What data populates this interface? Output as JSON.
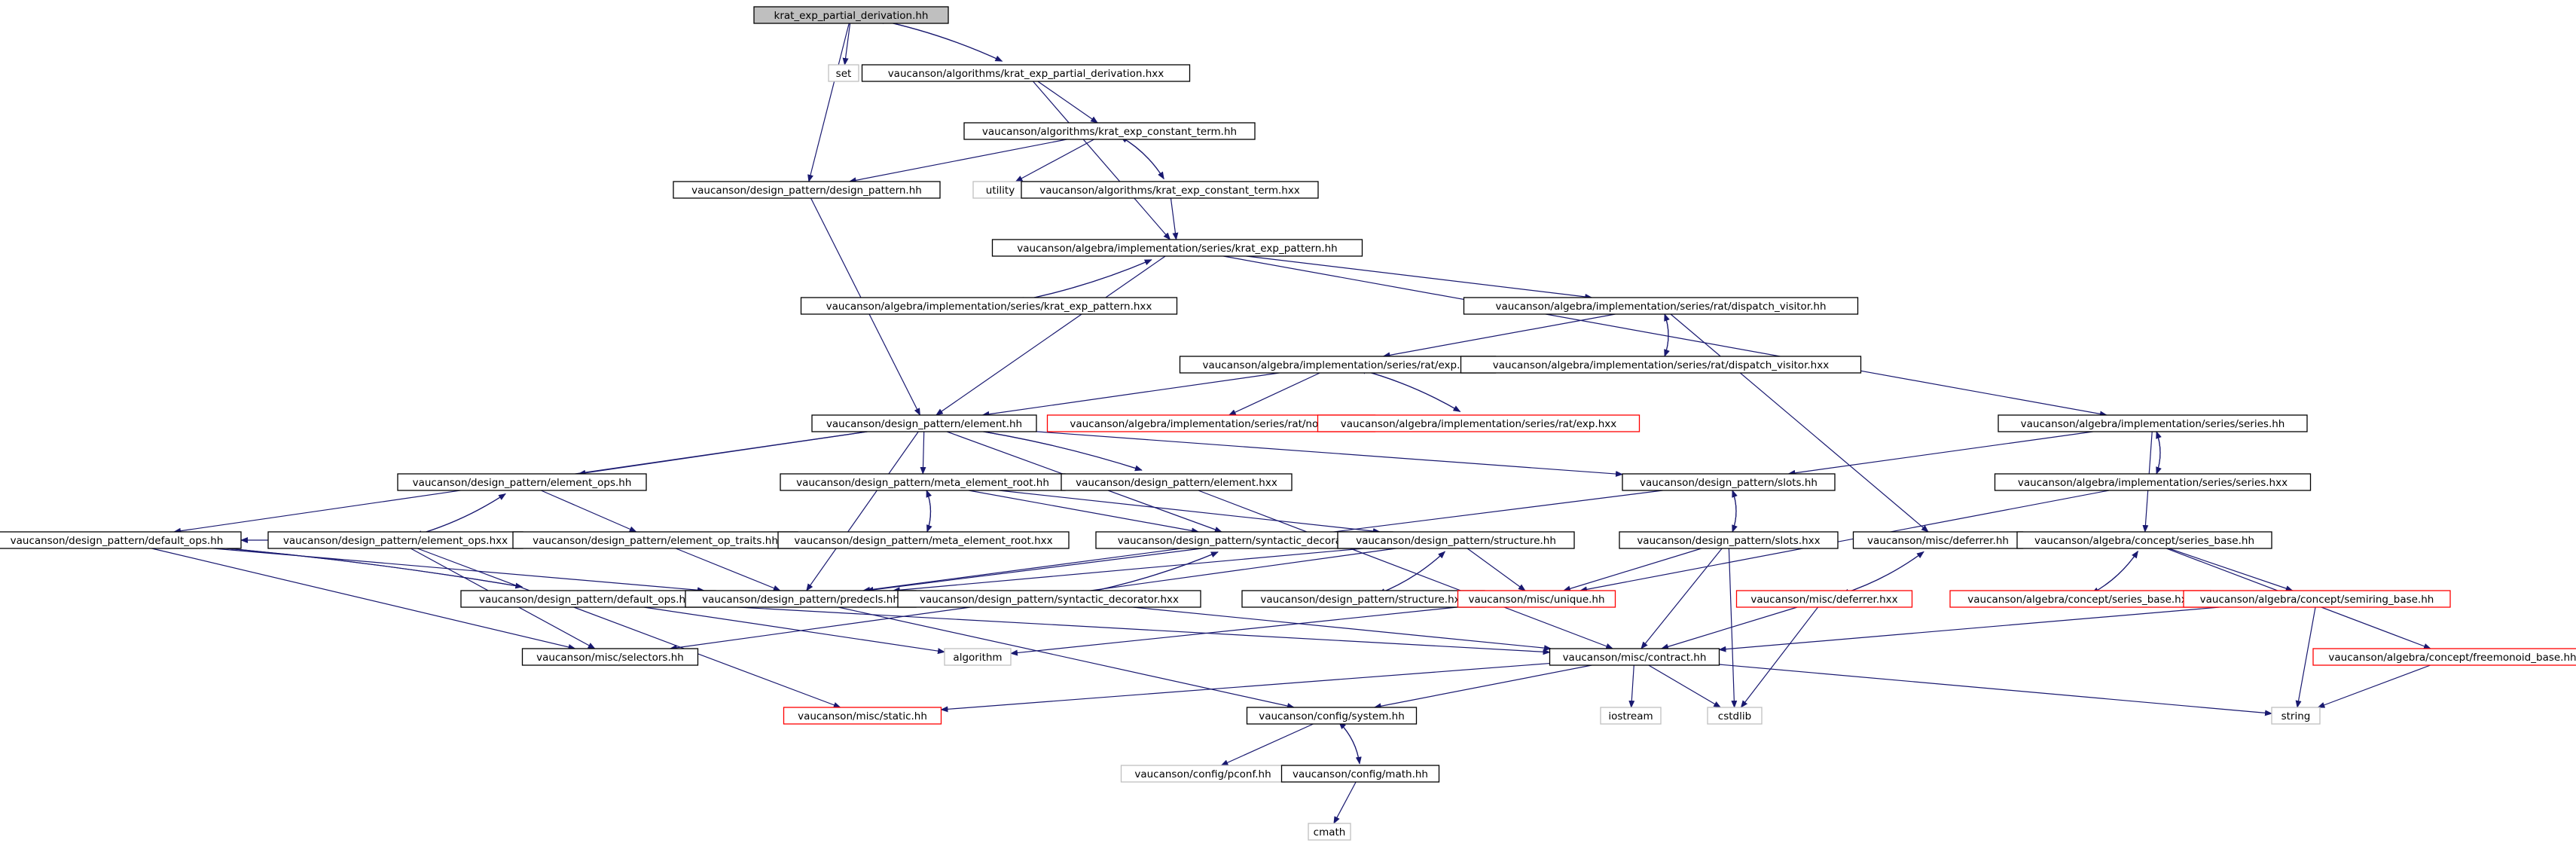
{
  "graph": {
    "colors": {
      "edge": "#191970",
      "box_default": "#000000",
      "box_missing": "#ff0000",
      "box_system": "#bfbfbf",
      "fill_root": "#bfbfbf",
      "text": "#000000"
    },
    "nodes": [
      {
        "id": "root",
        "label": "krat_exp_partial_derivation.hh",
        "kind": "root"
      },
      {
        "id": "set",
        "label": "set",
        "kind": "system"
      },
      {
        "id": "kepd_hxx",
        "label": "vaucanson/algorithms/krat_exp_partial_derivation.hxx",
        "kind": "normal"
      },
      {
        "id": "kect_hh",
        "label": "vaucanson/algorithms/krat_exp_constant_term.hh",
        "kind": "normal"
      },
      {
        "id": "dp_hh",
        "label": "vaucanson/design_pattern/design_pattern.hh",
        "kind": "normal"
      },
      {
        "id": "utility",
        "label": "utility",
        "kind": "system"
      },
      {
        "id": "kect_hxx",
        "label": "vaucanson/algorithms/krat_exp_constant_term.hxx",
        "kind": "normal"
      },
      {
        "id": "kep_hh",
        "label": "vaucanson/algebra/implementation/series/krat_exp_pattern.hh",
        "kind": "normal"
      },
      {
        "id": "kep_hxx",
        "label": "vaucanson/algebra/implementation/series/krat_exp_pattern.hxx",
        "kind": "normal"
      },
      {
        "id": "dv_hh",
        "label": "vaucanson/algebra/implementation/series/rat/dispatch_visitor.hh",
        "kind": "normal"
      },
      {
        "id": "exp_hh",
        "label": "vaucanson/algebra/implementation/series/rat/exp.hh",
        "kind": "normal"
      },
      {
        "id": "dv_hxx",
        "label": "vaucanson/algebra/implementation/series/rat/dispatch_visitor.hxx",
        "kind": "normal"
      },
      {
        "id": "elem_hh",
        "label": "vaucanson/design_pattern/element.hh",
        "kind": "normal"
      },
      {
        "id": "nodes_hh",
        "label": "vaucanson/algebra/implementation/series/rat/nodes.hh",
        "kind": "missing"
      },
      {
        "id": "exp_hxx",
        "label": "vaucanson/algebra/implementation/series/rat/exp.hxx",
        "kind": "missing"
      },
      {
        "id": "series_hh",
        "label": "vaucanson/algebra/implementation/series/series.hh",
        "kind": "normal"
      },
      {
        "id": "eops_hh",
        "label": "vaucanson/design_pattern/element_ops.hh",
        "kind": "normal"
      },
      {
        "id": "mer_hh",
        "label": "vaucanson/design_pattern/meta_element_root.hh",
        "kind": "normal"
      },
      {
        "id": "elem_hxx",
        "label": "vaucanson/design_pattern/element.hxx",
        "kind": "normal"
      },
      {
        "id": "slots_hh",
        "label": "vaucanson/design_pattern/slots.hh",
        "kind": "normal"
      },
      {
        "id": "series_hxx",
        "label": "vaucanson/algebra/implementation/series/series.hxx",
        "kind": "normal"
      },
      {
        "id": "dops_hh",
        "label": "vaucanson/design_pattern/default_ops.hh",
        "kind": "normal"
      },
      {
        "id": "eops_hxx",
        "label": "vaucanson/design_pattern/element_ops.hxx",
        "kind": "normal"
      },
      {
        "id": "eot_hh",
        "label": "vaucanson/design_pattern/element_op_traits.hh",
        "kind": "normal"
      },
      {
        "id": "mer_hxx",
        "label": "vaucanson/design_pattern/meta_element_root.hxx",
        "kind": "normal"
      },
      {
        "id": "sd_hh",
        "label": "vaucanson/design_pattern/syntactic_decorator.hh",
        "kind": "normal"
      },
      {
        "id": "struct_hh",
        "label": "vaucanson/design_pattern/structure.hh",
        "kind": "normal"
      },
      {
        "id": "slots_hxx",
        "label": "vaucanson/design_pattern/slots.hxx",
        "kind": "normal"
      },
      {
        "id": "deferrer_hh",
        "label": "vaucanson/misc/deferrer.hh",
        "kind": "normal"
      },
      {
        "id": "sb_hh",
        "label": "vaucanson/algebra/concept/series_base.hh",
        "kind": "normal"
      },
      {
        "id": "dops_hxx",
        "label": "vaucanson/design_pattern/default_ops.hxx",
        "kind": "normal"
      },
      {
        "id": "predecls_hh",
        "label": "vaucanson/design_pattern/predecls.hh",
        "kind": "normal"
      },
      {
        "id": "sd_hxx",
        "label": "vaucanson/design_pattern/syntactic_decorator.hxx",
        "kind": "normal"
      },
      {
        "id": "struct_hxx",
        "label": "vaucanson/design_pattern/structure.hxx",
        "kind": "normal"
      },
      {
        "id": "unique_hh",
        "label": "vaucanson/misc/unique.hh",
        "kind": "missing"
      },
      {
        "id": "deferrer_hxx",
        "label": "vaucanson/misc/deferrer.hxx",
        "kind": "missing"
      },
      {
        "id": "sb_hxx",
        "label": "vaucanson/algebra/concept/series_base.hxx",
        "kind": "missing"
      },
      {
        "id": "semb_hh",
        "label": "vaucanson/algebra/concept/semiring_base.hh",
        "kind": "missing"
      },
      {
        "id": "selectors_hh",
        "label": "vaucanson/misc/selectors.hh",
        "kind": "normal"
      },
      {
        "id": "algorithm",
        "label": "algorithm",
        "kind": "system"
      },
      {
        "id": "contract_hh",
        "label": "vaucanson/misc/contract.hh",
        "kind": "normal"
      },
      {
        "id": "fmb_hh",
        "label": "vaucanson/algebra/concept/freemonoid_base.hh",
        "kind": "missing"
      },
      {
        "id": "static_hh",
        "label": "vaucanson/misc/static.hh",
        "kind": "missing"
      },
      {
        "id": "system_hh",
        "label": "vaucanson/config/system.hh",
        "kind": "normal"
      },
      {
        "id": "iostream",
        "label": "iostream",
        "kind": "system"
      },
      {
        "id": "cstdlib",
        "label": "cstdlib",
        "kind": "system"
      },
      {
        "id": "string",
        "label": "string",
        "kind": "system"
      },
      {
        "id": "pconf_hh",
        "label": "vaucanson/config/pconf.hh",
        "kind": "system"
      },
      {
        "id": "math_hh",
        "label": "vaucanson/config/math.hh",
        "kind": "normal"
      },
      {
        "id": "cmath",
        "label": "cmath",
        "kind": "system"
      }
    ],
    "edges": [
      [
        "root",
        "set"
      ],
      [
        "root",
        "kepd_hxx"
      ],
      [
        "root",
        "dp_hh"
      ],
      [
        "kepd_hxx",
        "root"
      ],
      [
        "kepd_hxx",
        "kect_hh"
      ],
      [
        "kepd_hxx",
        "kep_hh"
      ],
      [
        "kect_hh",
        "dp_hh"
      ],
      [
        "kect_hh",
        "utility"
      ],
      [
        "kect_hh",
        "kect_hxx"
      ],
      [
        "kect_hxx",
        "kect_hh"
      ],
      [
        "kect_hxx",
        "kep_hh"
      ],
      [
        "dp_hh",
        "elem_hh"
      ],
      [
        "kep_hh",
        "kep_hxx"
      ],
      [
        "kep_hh",
        "dv_hh"
      ],
      [
        "kep_hh",
        "series_hh"
      ],
      [
        "kep_hh",
        "elem_hh"
      ],
      [
        "kep_hxx",
        "kep_hh"
      ],
      [
        "dv_hh",
        "exp_hh"
      ],
      [
        "dv_hh",
        "dv_hxx"
      ],
      [
        "dv_hh",
        "deferrer_hh"
      ],
      [
        "dv_hxx",
        "dv_hh"
      ],
      [
        "exp_hh",
        "elem_hh"
      ],
      [
        "exp_hh",
        "nodes_hh"
      ],
      [
        "exp_hh",
        "exp_hxx"
      ],
      [
        "exp_hxx",
        "exp_hh"
      ],
      [
        "series_hh",
        "slots_hh"
      ],
      [
        "series_hh",
        "series_hxx"
      ],
      [
        "series_hh",
        "sb_hh"
      ],
      [
        "series_hxx",
        "series_hh"
      ],
      [
        "series_hxx",
        "unique_hh"
      ],
      [
        "elem_hh",
        "dops_hh"
      ],
      [
        "elem_hh",
        "eops_hh"
      ],
      [
        "elem_hh",
        "mer_hh"
      ],
      [
        "elem_hh",
        "elem_hxx"
      ],
      [
        "elem_hh",
        "slots_hh"
      ],
      [
        "elem_hh",
        "predecls_hh"
      ],
      [
        "elem_hh",
        "sd_hh"
      ],
      [
        "elem_hxx",
        "elem_hh"
      ],
      [
        "elem_hxx",
        "contract_hh"
      ],
      [
        "eops_hh",
        "eops_hxx"
      ],
      [
        "eops_hh",
        "eot_hh"
      ],
      [
        "eops_hxx",
        "eops_hh"
      ],
      [
        "eops_hxx",
        "selectors_hh"
      ],
      [
        "eops_hxx",
        "static_hh"
      ],
      [
        "eops_hxx",
        "dops_hh"
      ],
      [
        "eot_hh",
        "predecls_hh"
      ],
      [
        "mer_hh",
        "mer_hxx"
      ],
      [
        "mer_hh",
        "sd_hh"
      ],
      [
        "mer_hh",
        "struct_hh"
      ],
      [
        "mer_hxx",
        "mer_hh"
      ],
      [
        "slots_hh",
        "slots_hxx"
      ],
      [
        "slots_hh",
        "predecls_hh"
      ],
      [
        "slots_hxx",
        "slots_hh"
      ],
      [
        "slots_hxx",
        "contract_hh"
      ],
      [
        "slots_hxx",
        "cstdlib"
      ],
      [
        "slots_hxx",
        "unique_hh"
      ],
      [
        "dops_hh",
        "dops_hxx"
      ],
      [
        "dops_hh",
        "predecls_hh"
      ],
      [
        "dops_hh",
        "selectors_hh"
      ],
      [
        "dops_hxx",
        "dops_hh"
      ],
      [
        "dops_hxx",
        "contract_hh"
      ],
      [
        "dops_hxx",
        "algorithm"
      ],
      [
        "sd_hh",
        "sd_hxx"
      ],
      [
        "sd_hh",
        "predecls_hh"
      ],
      [
        "sd_hxx",
        "sd_hh"
      ],
      [
        "sd_hxx",
        "contract_hh"
      ],
      [
        "struct_hh",
        "struct_hxx"
      ],
      [
        "struct_hh",
        "predecls_hh"
      ],
      [
        "struct_hh",
        "unique_hh"
      ],
      [
        "struct_hh",
        "selectors_hh"
      ],
      [
        "struct_hxx",
        "struct_hh"
      ],
      [
        "predecls_hh",
        "system_hh"
      ],
      [
        "unique_hh",
        "algorithm"
      ],
      [
        "deferrer_hh",
        "deferrer_hxx"
      ],
      [
        "deferrer_hxx",
        "deferrer_hh"
      ],
      [
        "deferrer_hxx",
        "contract_hh"
      ],
      [
        "deferrer_hxx",
        "cstdlib"
      ],
      [
        "sb_hh",
        "sb_hxx"
      ],
      [
        "sb_hh",
        "semb_hh"
      ],
      [
        "sb_hh",
        "fmb_hh"
      ],
      [
        "sb_hxx",
        "sb_hh"
      ],
      [
        "semb_hh",
        "contract_hh"
      ],
      [
        "semb_hh",
        "string"
      ],
      [
        "fmb_hh",
        "string"
      ],
      [
        "contract_hh",
        "static_hh"
      ],
      [
        "contract_hh",
        "system_hh"
      ],
      [
        "contract_hh",
        "iostream"
      ],
      [
        "contract_hh",
        "cstdlib"
      ],
      [
        "contract_hh",
        "string"
      ],
      [
        "system_hh",
        "pconf_hh"
      ],
      [
        "system_hh",
        "math_hh"
      ],
      [
        "math_hh",
        "system_hh"
      ],
      [
        "math_hh",
        "cmath"
      ]
    ]
  }
}
